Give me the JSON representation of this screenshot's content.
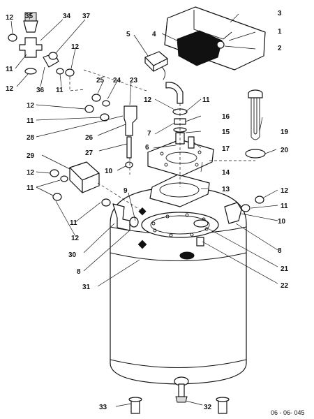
{
  "diagram": {
    "reference_code": "06 - 06- 045",
    "callouts": {
      "c1": "1",
      "c2": "2",
      "c3": "3",
      "c4": "4",
      "c5": "5",
      "c6": "6",
      "c7": "7",
      "c8a": "8",
      "c8b": "8",
      "c9": "9",
      "c10a": "10",
      "c10b": "10",
      "c11a": "11",
      "c11b": "11",
      "c11c": "11",
      "c11d": "11",
      "c11e": "11",
      "c11f": "11",
      "c11g": "11",
      "c12a": "12",
      "c12b": "12",
      "c12c": "12",
      "c12d": "12",
      "c12e": "12",
      "c12f": "12",
      "c12g": "12",
      "c12h": "12",
      "c13": "13",
      "c14": "14",
      "c15": "15",
      "c16": "16",
      "c17": "17",
      "c19": "19",
      "c20": "20",
      "c21": "21",
      "c22": "22",
      "c23": "23",
      "c24": "24",
      "c25": "25",
      "c26": "26",
      "c27": "27",
      "c28": "28",
      "c29": "29",
      "c30": "30",
      "c31": "31",
      "c32": "32",
      "c33": "33",
      "c34": "34",
      "c35": "35",
      "c36": "36",
      "c37": "37"
    }
  }
}
